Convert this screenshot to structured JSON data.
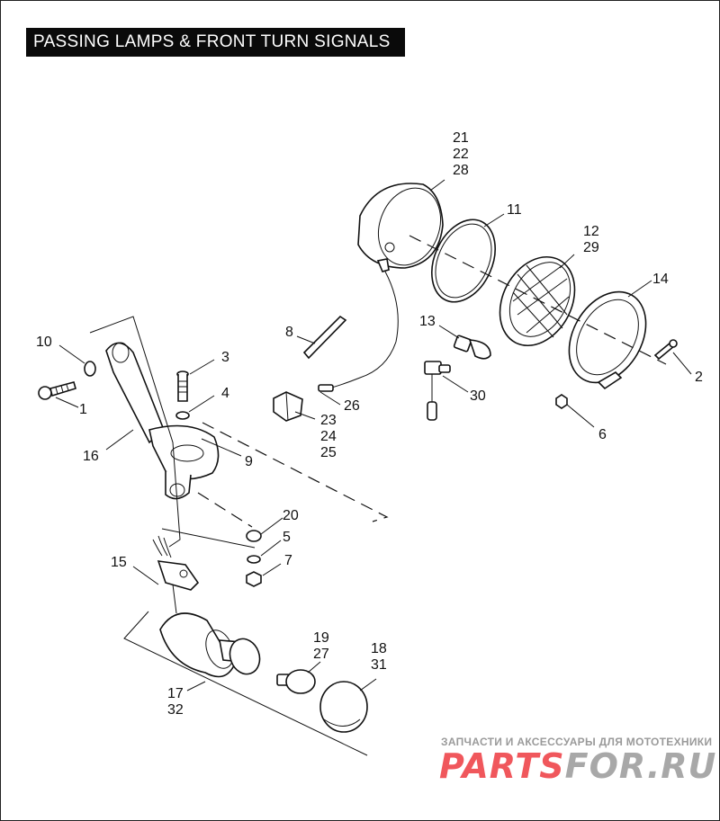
{
  "title": "PASSING LAMPS & FRONT TURN SIGNALS",
  "callouts": [
    {
      "id": "c21",
      "text": "21"
    },
    {
      "id": "c22",
      "text": "22"
    },
    {
      "id": "c28",
      "text": "28"
    },
    {
      "id": "c11",
      "text": "11"
    },
    {
      "id": "c12",
      "text": "12"
    },
    {
      "id": "c29",
      "text": "29"
    },
    {
      "id": "c14",
      "text": "14"
    },
    {
      "id": "c13",
      "text": "13"
    },
    {
      "id": "c30",
      "text": "30"
    },
    {
      "id": "c8",
      "text": "8"
    },
    {
      "id": "c10",
      "text": "10"
    },
    {
      "id": "c1",
      "text": "1"
    },
    {
      "id": "c3",
      "text": "3"
    },
    {
      "id": "c4",
      "text": "4"
    },
    {
      "id": "c2",
      "text": "2"
    },
    {
      "id": "c6",
      "text": "6"
    },
    {
      "id": "c26",
      "text": "26"
    },
    {
      "id": "c23",
      "text": "23"
    },
    {
      "id": "c24",
      "text": "24"
    },
    {
      "id": "c25",
      "text": "25"
    },
    {
      "id": "c9",
      "text": "9"
    },
    {
      "id": "c16",
      "text": "16"
    },
    {
      "id": "c20",
      "text": "20"
    },
    {
      "id": "c5",
      "text": "5"
    },
    {
      "id": "c7",
      "text": "7"
    },
    {
      "id": "c15",
      "text": "15"
    },
    {
      "id": "c19",
      "text": "19"
    },
    {
      "id": "c27",
      "text": "27"
    },
    {
      "id": "c18",
      "text": "18"
    },
    {
      "id": "c31",
      "text": "31"
    },
    {
      "id": "c17",
      "text": "17"
    },
    {
      "id": "c32",
      "text": "32"
    }
  ],
  "watermark": {
    "subtitle": "ЗАПЧАСТИ И АКСЕССУАРЫ ДЛЯ МОТОТЕХНИКИ",
    "logo_left": "PARTS",
    "logo_right": "FOR.RU"
  },
  "colors": {
    "ink": "#111111",
    "title_bg": "#0a0a0a",
    "logo": "#ee3a40",
    "logo_gray": "#9a9a9a"
  }
}
